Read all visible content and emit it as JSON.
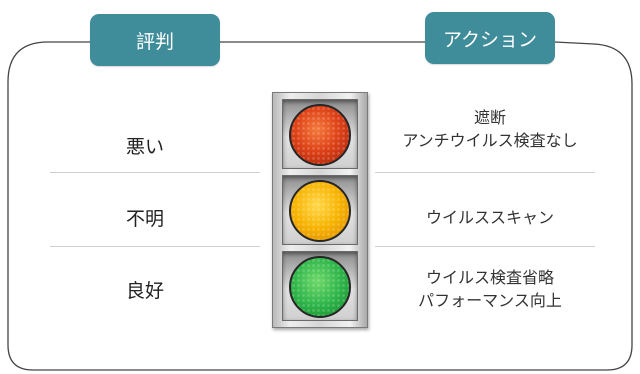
{
  "diagram": {
    "header_left": "評判",
    "header_right": "アクション",
    "reputations": {
      "bad": "悪い",
      "unknown": "不明",
      "good": "良好"
    },
    "actions": {
      "bad_line1": "遮断",
      "bad_line2": "アンチウイルス検査なし",
      "unknown": "ウイルススキャン",
      "good_line1": "ウイルス検査省略",
      "good_line2": "パフォーマンス向上"
    }
  },
  "colors": {
    "tab": "#3f8c9a",
    "frame": "#444444",
    "lamp_red": "#d63a14",
    "lamp_yellow": "#f5b000",
    "lamp_green": "#2db34a"
  }
}
